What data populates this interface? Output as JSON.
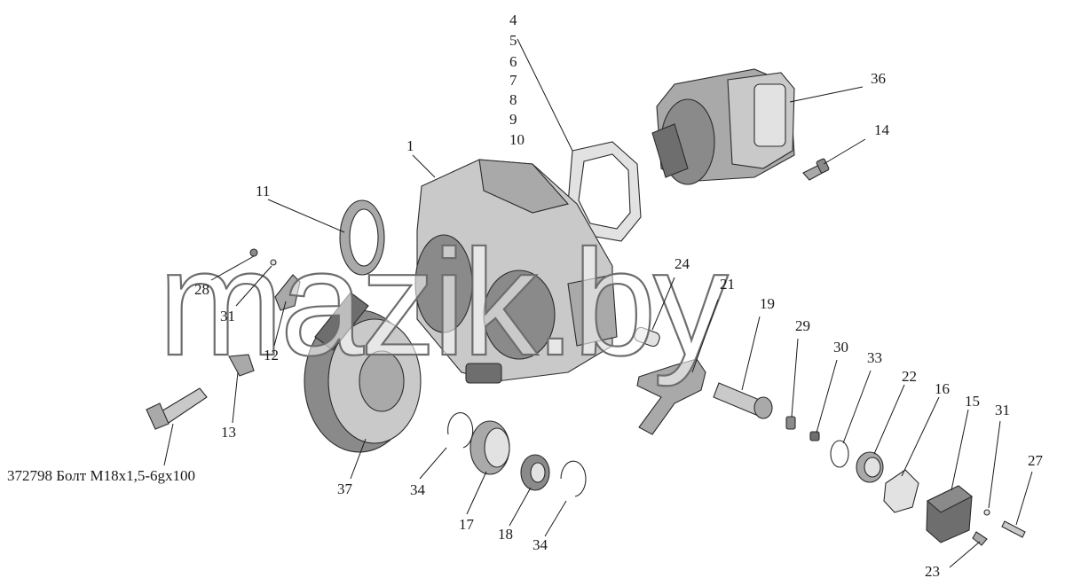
{
  "diagram": {
    "callouts": {
      "c4": "4",
      "c5": "5",
      "c6": "6",
      "c7": "7",
      "c8": "8",
      "c9": "9",
      "c10": "10",
      "c1": "1",
      "c11": "11",
      "c36": "36",
      "c14": "14",
      "c28": "28",
      "c31a": "31",
      "c12": "12",
      "c13": "13",
      "c24": "24",
      "c21": "21",
      "c19": "19",
      "c29": "29",
      "c30": "30",
      "c33": "33",
      "c22": "22",
      "c16": "16",
      "c15": "15",
      "c31b": "31",
      "c27": "27",
      "c23": "23",
      "c37": "37",
      "c34a": "34",
      "c17": "17",
      "c18": "18",
      "c34b": "34"
    },
    "bolt_caption": "372798 Болт М18х1,5-6gх100",
    "watermark": "mazik.by"
  },
  "colors": {
    "metal_light": "#c9c9c9",
    "metal_mid": "#a9a9a9",
    "metal_dark": "#8a8a8a",
    "ink": "#1a1a1a",
    "watermark_outline": "#6d6d6d"
  }
}
